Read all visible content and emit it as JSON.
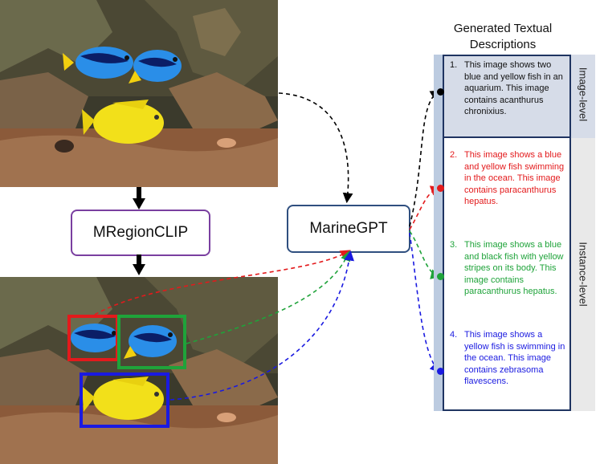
{
  "nodes": {
    "mregionclip": "MRegionCLIP",
    "marinegpt": "MarineGPT"
  },
  "panel": {
    "heading_line1": "Generated Textual",
    "heading_line2": "Descriptions",
    "image_level_label": "Image-level",
    "instance_level_label": "Instance-level"
  },
  "descriptions": [
    {
      "num": "1.",
      "text": "This image shows two blue and yellow fish in an aquarium. This image contains acanthurus chronixius.",
      "color": "#111111"
    },
    {
      "num": "2.",
      "text": "This image shows a blue and yellow fish swimming in the ocean. This image contains paracanthurus hepatus.",
      "color": "#e31a1c"
    },
    {
      "num": "3.",
      "text": "This image shows a blue and black fish with yellow stripes on its body. This image contains paracanthurus hepatus.",
      "color": "#1fa33a"
    },
    {
      "num": "4.",
      "text": "This image shows a yellow fish is swimming in the ocean. This image contains zebrasoma flavescens.",
      "color": "#1a1ae0"
    }
  ],
  "colors": {
    "image_level": "#000000",
    "red_box": "#e31a1c",
    "green_box": "#1fa33a",
    "blue_box": "#1a1ae0",
    "mregion_border": "#7a3fa0",
    "marine_border": "#2f4f7f",
    "panel_border": "#1f3461"
  }
}
